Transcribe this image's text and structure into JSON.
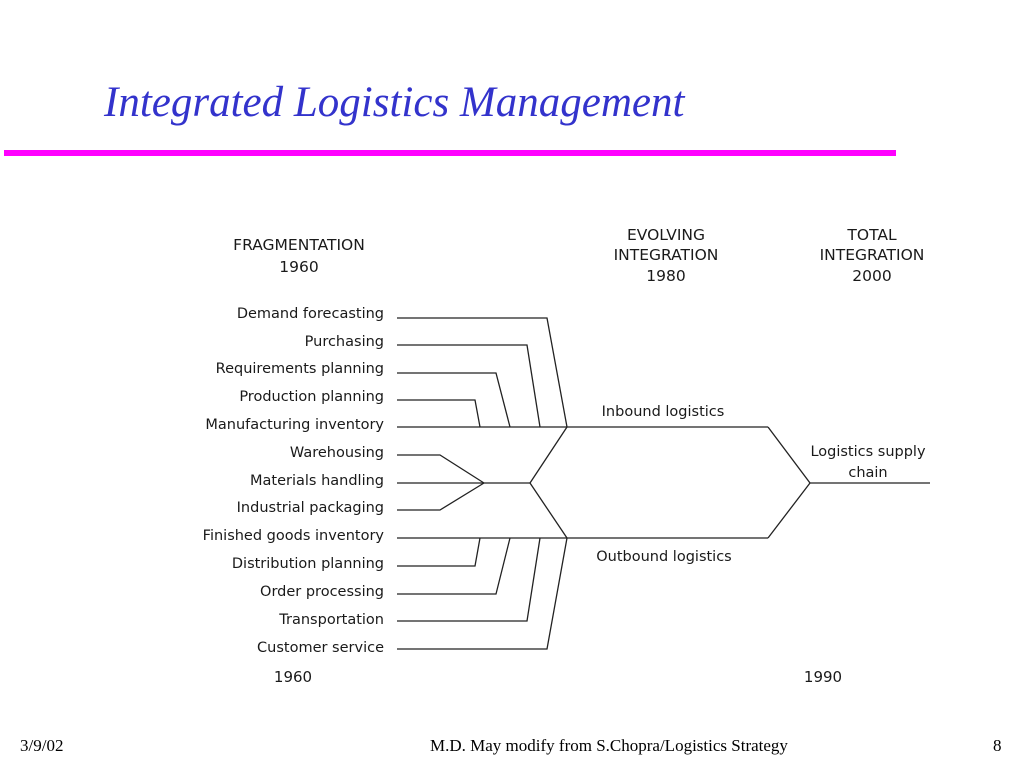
{
  "slide": {
    "title": "Integrated Logistics Management"
  },
  "diagram": {
    "headers": {
      "fragmentation": [
        "FRAGMENTATION",
        "1960"
      ],
      "evolving": [
        "EVOLVING",
        "INTEGRATION",
        "1980"
      ],
      "total": [
        "TOTAL",
        "INTEGRATION",
        "2000"
      ]
    },
    "activities": [
      "Demand forecasting",
      "Purchasing",
      "Requirements planning",
      "Production planning",
      "Manufacturing inventory",
      "Warehousing",
      "Materials handling",
      "Industrial packaging",
      "Finished goods inventory",
      "Distribution planning",
      "Order processing",
      "Transportation",
      "Customer service"
    ],
    "inbound_label": "Inbound logistics",
    "outbound_label": "Outbound logistics",
    "supply_chain_label": [
      "Logistics supply",
      "chain"
    ],
    "year_start": "1960",
    "year_end": "1990",
    "colors": {
      "line": "#222222",
      "text": "#1a1a1a"
    }
  },
  "footer": {
    "date": "3/9/02",
    "credit": "M.D. May modify from S.Chopra/Logistics Strategy",
    "page": "8"
  },
  "colors": {
    "title": "#3333cc",
    "rule": "#ff00ff"
  }
}
